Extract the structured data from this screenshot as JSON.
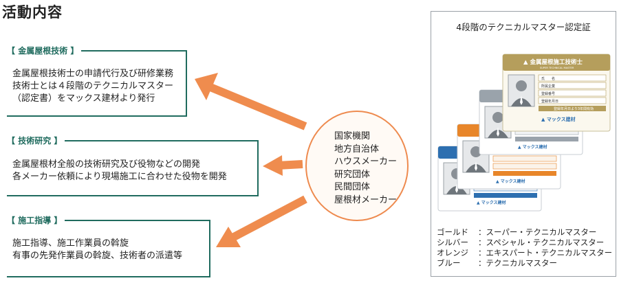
{
  "page_title": "活動内容",
  "boxes": [
    {
      "tab": "金属屋根技術",
      "lines": [
        "金属屋根技術士の申請代行及び研修業務",
        "技術士とは４段階のテクニカルマスター",
        "（認定書）をマックス建材より発行"
      ]
    },
    {
      "tab": "技術研究",
      "lines": [
        "金属屋根材全般の技術研究及び役物などの開発",
        "各メーカー依頼により現場施工に合わせた役物を開発"
      ]
    },
    {
      "tab": "施工指導",
      "lines": [
        "施工指導、施工作業員の斡旋",
        "有事の先発作業員の斡旋、技術者の派遣等"
      ]
    }
  ],
  "hub": {
    "items": [
      "国家機関",
      "地方自治体",
      "ハウスメーカー",
      "研究団体",
      "民間団体",
      "屋根材メーカー"
    ]
  },
  "certificates": {
    "title": "4段階のテクニカルマスター認定証",
    "card_header": "金属屋根施工技術士",
    "card_header_sub": "SUPER TECHNICAL MASTER",
    "field_labels": [
      "氏　　名",
      "所属企業",
      "登録番号",
      "登録年月日"
    ],
    "validity": "登録年月日より3年間有効",
    "logo": "マックス建材",
    "legend": [
      {
        "level": "ゴールド",
        "label": "スーパー・テクニカルマスター"
      },
      {
        "level": "シルバー",
        "label": "スペシャル・テクニカルマスター"
      },
      {
        "level": "オレンジ",
        "label": "エキスパート・テクニカルマスター"
      },
      {
        "level": "ブルー",
        "label": "テクニカルマスター"
      }
    ],
    "colors": {
      "gold": "#b59e5c",
      "silver": "#9aa3ab",
      "orange": "#e8862a",
      "blue": "#2d6fb0"
    }
  },
  "colors": {
    "frame": "#1f6b5e",
    "arrow": "#ef8c4e",
    "hub_border": "#ee8a4e"
  }
}
